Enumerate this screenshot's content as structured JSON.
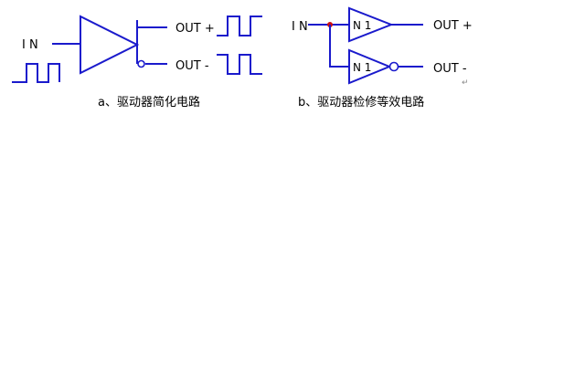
{
  "diagram_a": {
    "input_label": "I N",
    "output_pos_label": "OUT +",
    "output_neg_label": "OUT -",
    "caption": "a、驱动器简化电路"
  },
  "diagram_b": {
    "input_label": "I N",
    "gate_top_label": "N 1",
    "gate_bottom_label": "N 1",
    "output_pos_label": "OUT +",
    "output_neg_label": "OUT -",
    "caption": "b、驱动器检修等效电路",
    "mark": "↵"
  },
  "colors": {
    "wire": "#1a1acc",
    "junction": "#cc1111"
  }
}
